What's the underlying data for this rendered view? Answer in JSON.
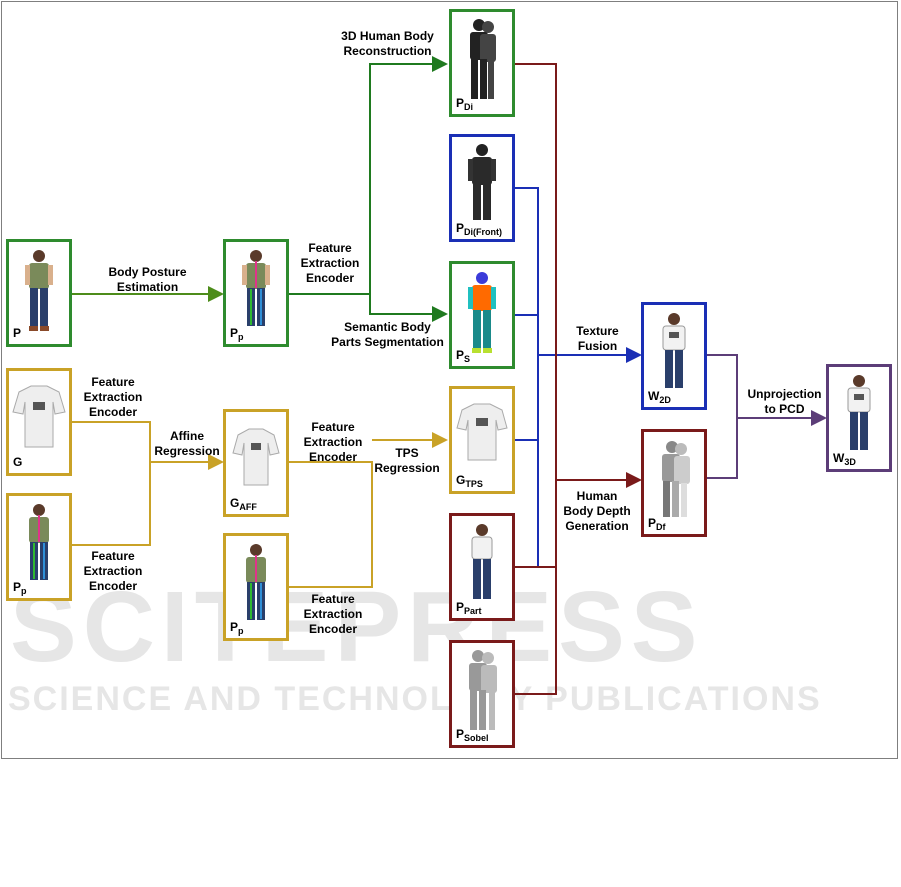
{
  "colors": {
    "green": "#1f7a1f",
    "olive": "#4d8c1a",
    "gold": "#c9a227",
    "blue": "#1a2fb5",
    "maroon": "#7a1a1a",
    "purple": "#5c3d78"
  },
  "watermark": {
    "big": "SCITEPRESS",
    "small": "SCIENCE AND TECHNOLOGY PUBLICATIONS"
  },
  "boxes": {
    "p": {
      "main": "P",
      "sub": "",
      "image": "person-photo"
    },
    "pp1": {
      "main": "P",
      "sub": "p",
      "image": "person-pose-photo"
    },
    "pdi": {
      "main": "P",
      "sub": "Di",
      "image": "3d-body-render"
    },
    "pdifront": {
      "main": "P",
      "sub": "Di(Front)",
      "image": "front-body-render"
    },
    "ps": {
      "main": "P",
      "sub": "S",
      "image": "segmentation-map"
    },
    "g": {
      "main": "G",
      "sub": "",
      "image": "tshirt-photo"
    },
    "pp2": {
      "main": "P",
      "sub": "p",
      "image": "person-pose-photo"
    },
    "gaff": {
      "main": "G",
      "sub": "AFF",
      "image": "tshirt-photo"
    },
    "pp3": {
      "main": "P",
      "sub": "p",
      "image": "person-pose-photo"
    },
    "gtps": {
      "main": "G",
      "sub": "TPS",
      "image": "tshirt-photo"
    },
    "ppart": {
      "main": "P",
      "sub": "Part",
      "image": "person-part-photo"
    },
    "psobel": {
      "main": "P",
      "sub": "Sobel",
      "image": "sobel-edge-render"
    },
    "w2d": {
      "main": "W",
      "sub": "2D",
      "image": "tryon-result-photo"
    },
    "pdf": {
      "main": "P",
      "sub": "Df",
      "image": "depth-map"
    },
    "w3d": {
      "main": "W",
      "sub": "3D",
      "image": "tryon-result-photo"
    }
  },
  "steps": {
    "body_posture": [
      "Body Posture",
      "Estimation"
    ],
    "fee_top": [
      "Feature",
      "Extraction",
      "Encoder"
    ],
    "human_recon": [
      "3D Human Body",
      "Reconstruction"
    ],
    "semantic": [
      "Semantic Body",
      "Parts Segmentation"
    ],
    "fee_g": [
      "Feature",
      "Extraction",
      "Encoder"
    ],
    "fee_p": [
      "Feature",
      "Extraction",
      "Encoder"
    ],
    "affine": [
      "Affine",
      "Regression"
    ],
    "fee_gaff": [
      "Feature",
      "Extraction",
      "Encoder"
    ],
    "tps": [
      "TPS",
      "Regression"
    ],
    "fee_pp3": [
      "Feature",
      "Extraction",
      "Encoder"
    ],
    "texture": [
      "Texture",
      "Fusion"
    ],
    "depth": [
      "Human",
      "Body Depth",
      "Generation"
    ],
    "unprojection": [
      "Unprojection",
      "to PCD"
    ]
  }
}
